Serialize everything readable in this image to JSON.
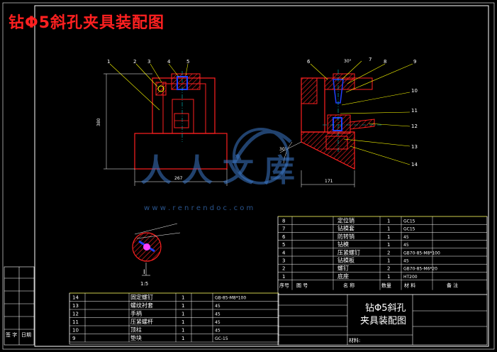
{
  "drawing": {
    "title": "钻Φ5斜孔夹具装配图",
    "scale_label": "1:5",
    "section_mark": "I",
    "angle_label": "30°",
    "watermark_text": "人人文库",
    "watermark_url": "w w w . r e n r e n d o c . c o m"
  },
  "front_view": {
    "balloons": [
      "1",
      "2",
      "3",
      "4",
      "5"
    ],
    "dim_height": "380",
    "dim_width": "267"
  },
  "side_view": {
    "balloons": [
      "6",
      "7",
      "8",
      "9",
      "10",
      "11",
      "12",
      "13",
      "14"
    ],
    "dim_top_angle": "30°",
    "dim_width": "171"
  },
  "bom_upper": {
    "rows": [
      {
        "no": "8",
        "name": "定位销",
        "qty": "1",
        "material": "GC15",
        "note": ""
      },
      {
        "no": "7",
        "name": "钻模套",
        "qty": "1",
        "material": "GC15",
        "note": ""
      },
      {
        "no": "6",
        "name": "防转销",
        "qty": "1",
        "material": "45",
        "note": ""
      },
      {
        "no": "5",
        "name": "钻模",
        "qty": "1",
        "material": "45",
        "note": ""
      },
      {
        "no": "4",
        "name": "压紧螺钉",
        "qty": "2",
        "material": "GB70-85-M8*100",
        "note": ""
      },
      {
        "no": "3",
        "name": "钻模板",
        "qty": "1",
        "material": "45",
        "note": ""
      },
      {
        "no": "2",
        "name": "螺钉",
        "qty": "2",
        "material": "GB70-85-M6*20",
        "note": ""
      },
      {
        "no": "1",
        "name": "底座",
        "qty": "1",
        "material": "HT200",
        "note": ""
      }
    ],
    "header": {
      "no": "序号",
      "drawing_no": "图 号",
      "name": "名 称",
      "qty": "数量",
      "material": "材 料",
      "note": "备 注"
    }
  },
  "bom_lower": {
    "rows": [
      {
        "no": "14",
        "name": "固定螺钉",
        "qty": "1",
        "material": "GB-85-M8*100"
      },
      {
        "no": "13",
        "name": "螺纹衬套",
        "qty": "1",
        "material": "45"
      },
      {
        "no": "12",
        "name": "手柄",
        "qty": "1",
        "material": "45"
      },
      {
        "no": "11",
        "name": "压紧螺杆",
        "qty": "1",
        "material": "45"
      },
      {
        "no": "10",
        "name": "顶柱",
        "qty": "1",
        "material": "45"
      },
      {
        "no": "9",
        "name": "垫块",
        "qty": "1",
        "material": "GC-15"
      }
    ]
  },
  "title_block": {
    "part_name_line1": "钻Φ5斜孔",
    "part_name_line2": "夹具装配图",
    "material_label": "材料:"
  },
  "left_strip": {
    "cells": [
      "签 字",
      "日期"
    ]
  },
  "colors": {
    "frame": "#ffffff",
    "part": "#ff2020",
    "hatch": "#ff2020",
    "fastener": "#2040ff",
    "leader": "#ffff00",
    "centerline": "#00c8c8",
    "table_yellow": "#ffff00",
    "magenta": "#ff40ff",
    "watermark": "#3c78c8"
  }
}
